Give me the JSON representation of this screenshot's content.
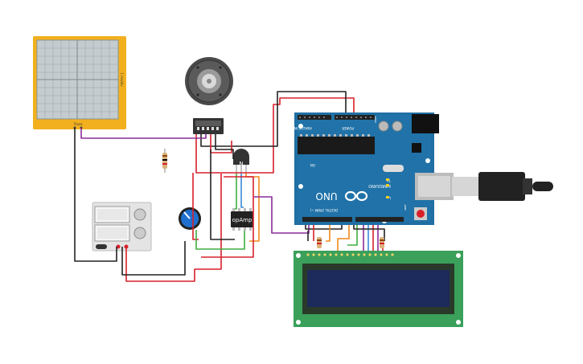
{
  "oscilloscope": {
    "side_label": "1 ms/div",
    "bottom_label": "Trace"
  },
  "transistor": {
    "label": "N"
  },
  "opamp": {
    "label": "opAmp"
  },
  "arduino": {
    "brand": "ARDUINO",
    "model": "UNO",
    "on_label": "ON",
    "tx_label": "TX",
    "rx_label": "RX",
    "l_label": "L",
    "digital_label": "DIGITAL (PWM ~)",
    "analog_label": "ANALOG IN",
    "power_label": "POWER",
    "ioref_label": "IOREF",
    "aref_label": "AREF"
  },
  "colors": {
    "board": "#1f6fa3",
    "oscilloscope": "#f2b01e",
    "lcd_pcb": "#3aa05a",
    "lcd_screen": "#1d2a5c",
    "wire_red": "#d9202a",
    "wire_black": "#222222",
    "wire_purple": "#8a2b9c",
    "wire_orange": "#f08a1e",
    "wire_green": "#3fae3f",
    "wire_blue": "#3a8ad6"
  }
}
